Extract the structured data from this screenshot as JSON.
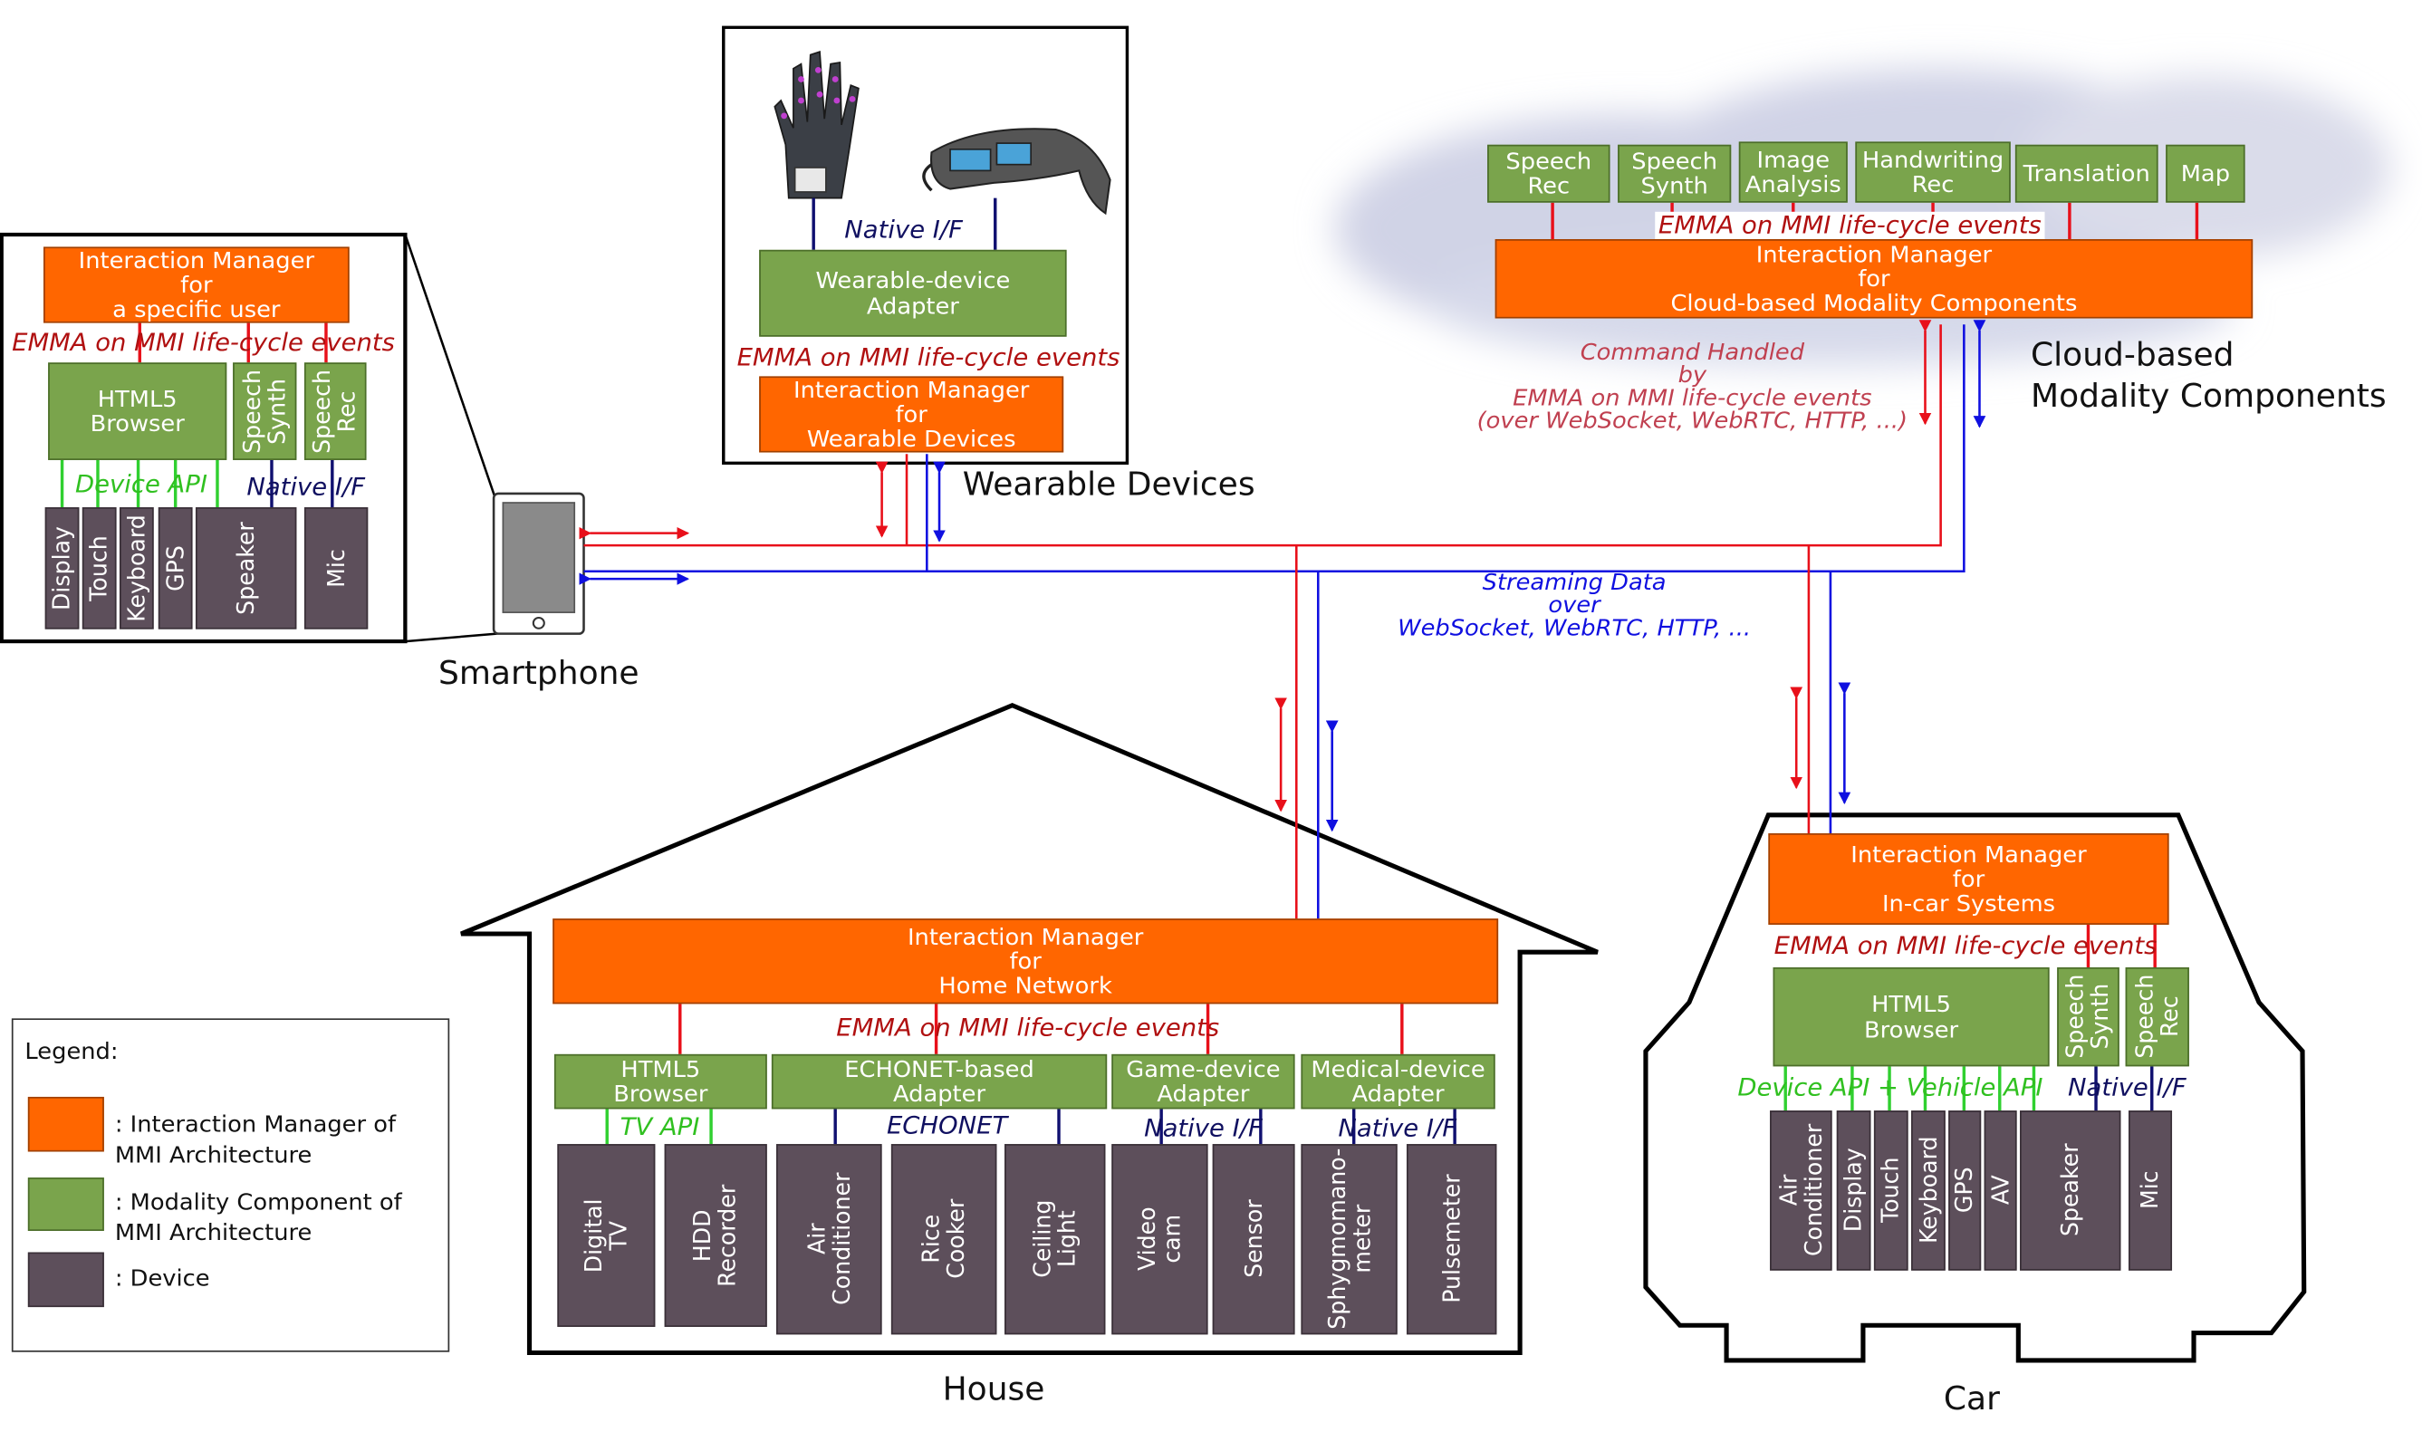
{
  "colors": {
    "interaction_manager": "#ff6600",
    "modality_component": "#7aa44c",
    "device": "#5d4f5b",
    "control_line": "#e8101a",
    "streaming_line": "#1010e0",
    "device_api_line": "#30d030",
    "native_line": "#101070"
  },
  "icons": [
    "smartphone-icon",
    "glove-icon",
    "smart-glasses-icon",
    "cloud-icon",
    "house-outline",
    "car-outline"
  ],
  "smartphone": {
    "caption": "Smartphone",
    "im": "Interaction Manager\nfor\na specific user",
    "events": "EMMA on MMI life-cycle events",
    "browser": "HTML5\nBrowser",
    "speech_synth": "Speech\nSynth",
    "speech_rec": "Speech\nRec",
    "device_api": "Device API",
    "native_if": "Native I/F",
    "devices": [
      "Display",
      "Touch",
      "Keyboard",
      "GPS",
      "Speaker",
      "Mic"
    ]
  },
  "wearable": {
    "caption": "Wearable Devices",
    "native_if": "Native I/F",
    "adapter": "Wearable-device\nAdapter",
    "events": "EMMA on MMI life-cycle events",
    "im": "Interaction Manager\nfor\nWearable Devices"
  },
  "cloud": {
    "caption": "Cloud-based\nModality Components",
    "components": [
      "Speech\nRec",
      "Speech\nSynth",
      "Image\nAnalysis",
      "Handwriting\nRec",
      "Translation",
      "Map"
    ],
    "events": "EMMA on MMI life-cycle events",
    "im": "Interaction Manager\nfor\nCloud-based Modality Components",
    "command": "Command Handled\nby\nEMMA on MMI life-cycle events\n(over WebSocket, WebRTC, HTTP, ...)"
  },
  "streaming": "Streaming Data\nover\nWebSocket, WebRTC, HTTP, ...",
  "house": {
    "caption": "House",
    "im": "Interaction Manager\nfor\nHome Network",
    "events": "EMMA on MMI life-cycle events",
    "browser": "HTML5\nBrowser",
    "echonet_adapter": "ECHONET-based\nAdapter",
    "game_adapter": "Game-device\nAdapter",
    "medical_adapter": "Medical-device\nAdapter",
    "tv_api": "TV API",
    "echonet": "ECHONET",
    "native_if_game": "Native I/F",
    "native_if_medical": "Native I/F",
    "devices": [
      "Digital TV",
      "HDD Recorder",
      "Air Conditioner",
      "Rice Cooker",
      "Ceiling Light",
      "Video cam",
      "Sensor",
      "Sphygmomano-\nmeter",
      "Pulsemeter"
    ]
  },
  "car": {
    "caption": "Car",
    "im": "Interaction Manager\nfor\nIn-car Systems",
    "events": "EMMA on MMI life-cycle events",
    "browser": "HTML5\nBrowser",
    "speech_synth": "Speech\nSynth",
    "speech_rec": "Speech\nRec",
    "api": "Device API + Vehicle API",
    "native_if": "Native I/F",
    "devices": [
      "Air\nConditioner",
      "Display",
      "Touch",
      "Keyboard",
      "GPS",
      "AV",
      "Speaker",
      "Mic"
    ]
  },
  "legend": {
    "title": "Legend:",
    "im": ": Interaction Manager of\nMMI Architecture",
    "mc": ": Modality Component of\nMMI Architecture",
    "device": ": Device"
  }
}
